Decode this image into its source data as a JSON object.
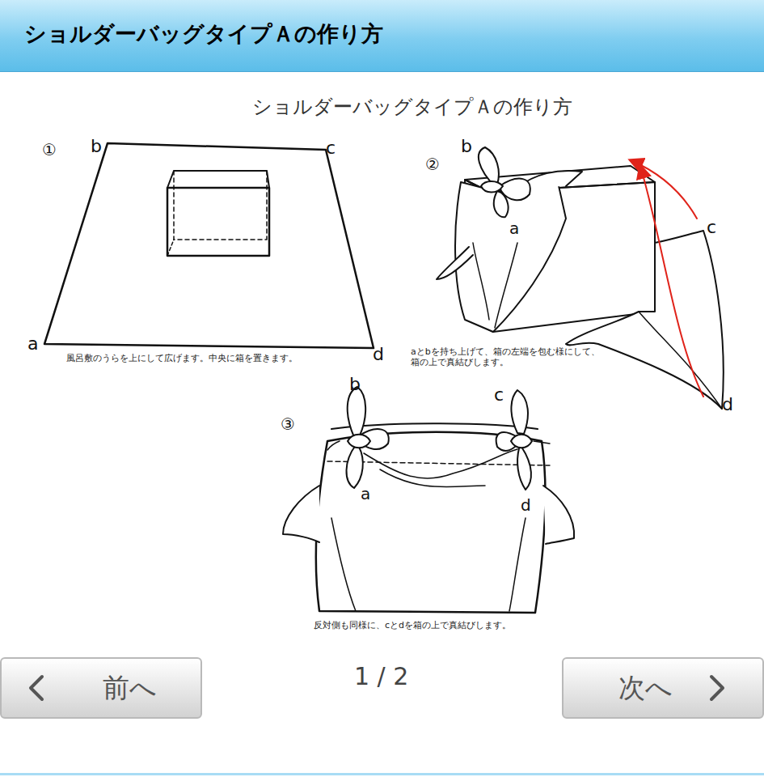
{
  "diagram": {
    "title": "ショルダーバッグタイプＡの作り方",
    "nodes": [
      {
        "text": [
          "前へ"
        ]
      },
      {
        "text": [
          "次へ"
        ]
      }
    ],
    "edges": [],
    "labels": [
      "ショルダーバッグタイプＡの作り方",
      "①",
      "b",
      "c",
      "a",
      "d",
      "風呂敷のうらを上にして広げます。中央に箱を置きます。",
      "b",
      "②",
      "a",
      "c",
      "d",
      "aとbを持ち上げて、箱の左端を包む様にして、箱の上で真結びします。",
      "b",
      "c",
      "③",
      "a",
      "d",
      "反対側も同様に、cとdを箱の上で真結びします。",
      "1 / 2"
    ]
  }
}
